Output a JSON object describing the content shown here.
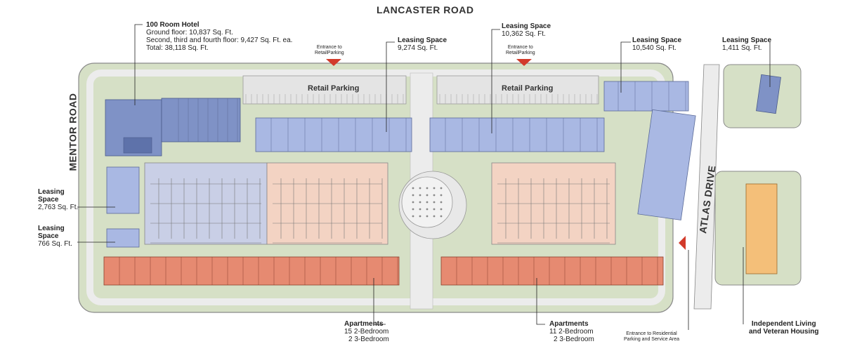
{
  "roads": {
    "north": "LANCASTER ROAD",
    "west": "MENTOR ROAD",
    "east": "ATLAS DRIVE"
  },
  "hotel": {
    "title": "100 Room Hotel",
    "line1": "Ground floor: 10,837 Sq. Ft.",
    "line2": "Second, third and fourth floor: 9,427 Sq. Ft. ea.",
    "line3": "Total:  38,118 Sq. Ft."
  },
  "leasing": {
    "a": {
      "title": "Leasing Space",
      "area": "9,274 Sq. Ft."
    },
    "b": {
      "title": "Leasing Space",
      "area": "10,362 Sq. Ft."
    },
    "c": {
      "title": "Leasing Space",
      "area": "10,540 Sq. Ft."
    },
    "d": {
      "title": "Leasing Space",
      "area": "1,411 Sq. Ft."
    },
    "e": {
      "title1": "Leasing",
      "title2": "Space",
      "area": "2,763 Sq. Ft."
    },
    "f": {
      "title1": "Leasing",
      "title2": "Space",
      "area": "766 Sq. Ft."
    }
  },
  "entrances": {
    "retail_line1": "Entrance to",
    "retail_line2": "RetailParking",
    "residential_line1": "Entrance to Residential",
    "residential_line2": "Parking and Service Area"
  },
  "parking": {
    "label": "Retail Parking"
  },
  "apartments": {
    "west": {
      "title": "Apartments",
      "line1": "15  2-Bedroom",
      "line2": "2  3-Bedroom"
    },
    "east": {
      "title": "Apartments",
      "line1": "11  2-Bedroom",
      "line2": "2  3-Bedroom"
    }
  },
  "senior": {
    "line1": "Independent Living",
    "line2": "and Veteran Housing"
  },
  "colors": {
    "grass": "#d6e0c6",
    "pavement": "#e4e4e4",
    "retail": "#a9b8e3",
    "hotel": "#7f92c6",
    "garage_blue": "#c9cfe6",
    "garage_pink": "#f3d3c3",
    "apartments": "#e68a71",
    "senior": "#f4bf79",
    "arrow": "#d23a2a"
  }
}
